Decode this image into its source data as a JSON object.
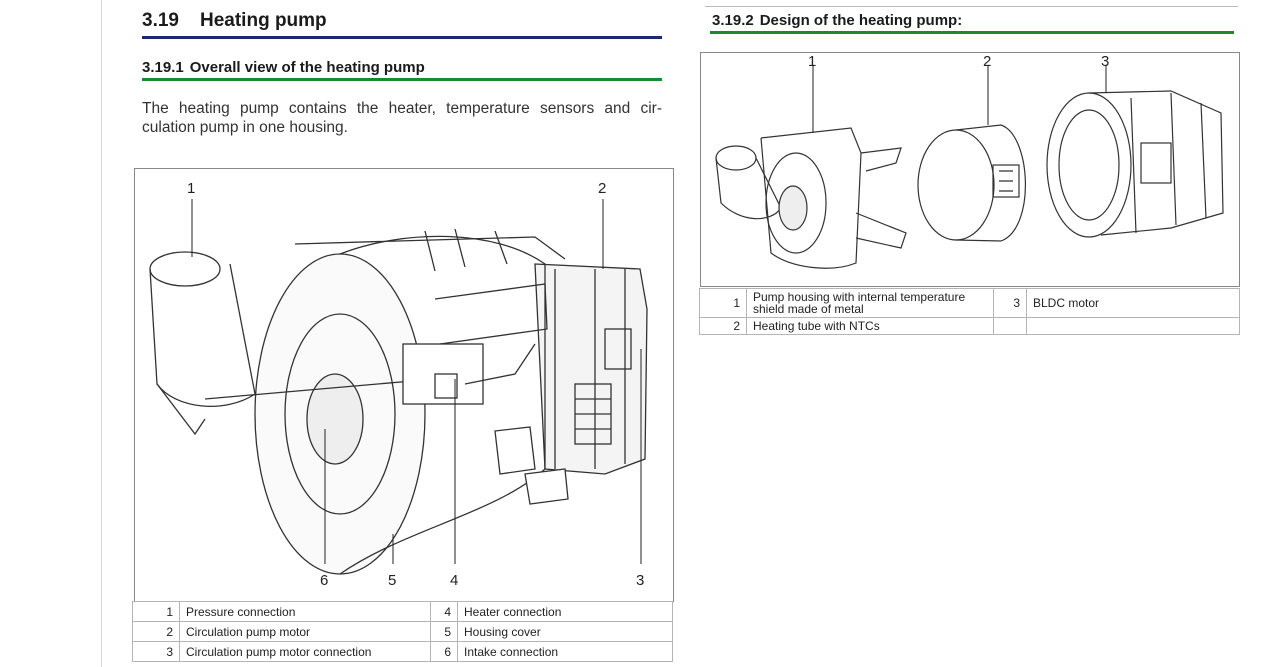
{
  "left": {
    "section": {
      "number": "3.19",
      "title": "Heating pump"
    },
    "subsection": {
      "number": "3.19.1",
      "title": "Overall view of the heating pump"
    },
    "intro": "The heating pump contains the heater, temperature sensors and cir-culation pump in one housing.",
    "callouts": [
      "1",
      "2",
      "3",
      "4",
      "5",
      "6"
    ],
    "legend": [
      {
        "n": "1",
        "label": "Pressure connection",
        "n2": "4",
        "label2": "Heater connection"
      },
      {
        "n": "2",
        "label": "Circulation pump motor",
        "n2": "5",
        "label2": "Housing cover"
      },
      {
        "n": "3",
        "label": "Circulation pump motor connection",
        "n2": "6",
        "label2": "Intake connection"
      }
    ]
  },
  "right": {
    "subsection": {
      "number": "3.19.2",
      "title": "Design of the heating pump:"
    },
    "callouts": [
      "1",
      "2",
      "3"
    ],
    "legend": [
      {
        "n": "1",
        "label": "Pump housing with internal temperature shield made of metal",
        "n2": "3",
        "label2": "BLDC motor"
      },
      {
        "n": "2",
        "label": "Heating tube with NTCs",
        "n2": "",
        "label2": ""
      }
    ]
  },
  "colors": {
    "heading_bar": "#1a2a6c",
    "subheading_bar": "#1b8a2e"
  },
  "icons": [
    "heating-pump-illustration",
    "pump-components-exploded-illustration"
  ]
}
